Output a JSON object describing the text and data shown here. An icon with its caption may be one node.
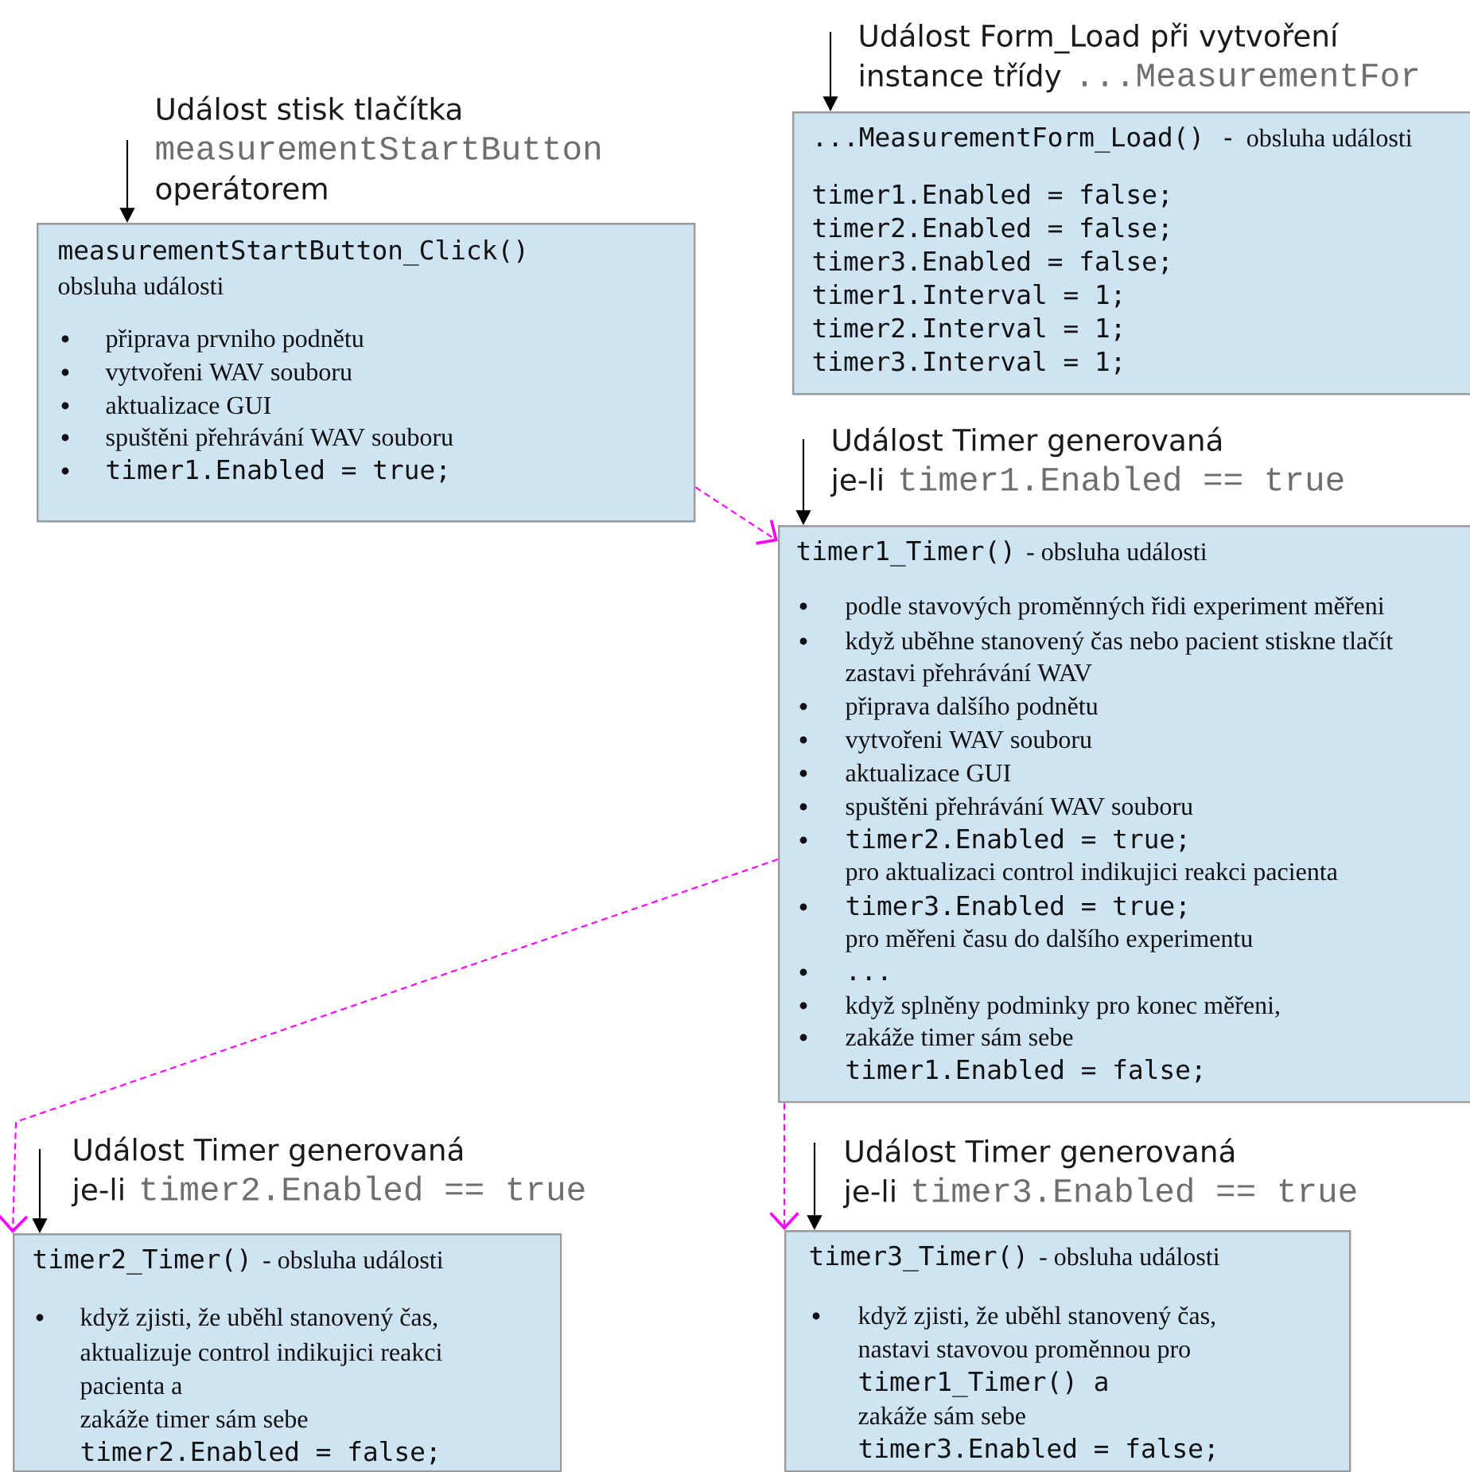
{
  "diagram": {
    "nodes": [
      {
        "text": [
          "Událost stisk tlačítka",
          "measurementStartButton",
          "operátorem"
        ]
      },
      {
        "text": [
          "measurementStartButton_Click()",
          "obsluha události",
          "připrava prvniho podnětu",
          "vytvořeni WAV souboru",
          "aktualizace GUI",
          "spuštěni přehrávání WAV souboru",
          "timer1.Enabled = true;"
        ]
      },
      {
        "text": [
          "Událost Form_Load při vytvoření",
          "instance třídy",
          "...MeasurementFor"
        ]
      },
      {
        "text": [
          "...MeasurementForm_Load() -",
          "obsluha události",
          "timer1.Enabled = false;",
          "timer2.Enabled = false;",
          "timer3.Enabled = false;",
          "timer1.Interval = 1;",
          "timer2.Interval = 1;",
          "timer3.Interval = 1;"
        ]
      },
      {
        "text": [
          "Událost Timer generovaná",
          "je-li",
          "timer1.Enabled == true"
        ]
      },
      {
        "text": [
          "timer1_Timer()",
          "- obsluha události",
          "podle stavových proměnných řidi experiment měřeni",
          "když uběhne stanovený čas nebo pacient stiskne tlačít",
          "zastavi přehrávání WAV",
          "připrava dalšího podnětu",
          "vytvořeni WAV souboru",
          "aktualizace GUI",
          "spuštěni přehrávání WAV souboru",
          "timer2.Enabled = true;",
          "pro aktualizaci control indikujici reakci pacienta",
          "timer3.Enabled = true;",
          "pro měřeni času do dalšího experimentu",
          "...",
          "když splněny podminky pro konec měřeni,",
          "zakáže timer sám sebe",
          "timer1.Enabled = false;"
        ]
      },
      {
        "text": [
          "Událost Timer generovaná",
          "je-li",
          "timer2.Enabled == true"
        ]
      },
      {
        "text": [
          "timer2_Timer()",
          "- obsluha události",
          "když zjisti, že uběhl stanovený čas,",
          "aktualizuje control indikujici reakci",
          "pacienta a",
          "zakáže timer sám sebe",
          "timer2.Enabled = false;"
        ]
      },
      {
        "text": [
          "Událost Timer generovaná",
          "je-li",
          "timer3.Enabled == true"
        ]
      },
      {
        "text": [
          "timer3_Timer()",
          "- obsluha události",
          "když zjisti, že uběhl stanovený čas,",
          "nastavi stavovou proměnnou pro",
          "timer1_Timer() a",
          "zakáže sám sebe",
          "timer3.Enabled = false;"
        ]
      }
    ],
    "edges": [
      {
        "from": 0,
        "to": 1,
        "arrow": "to"
      },
      {
        "from": 2,
        "to": 3,
        "arrow": "to"
      },
      {
        "from": 4,
        "to": 5,
        "arrow": "to"
      },
      {
        "from": 6,
        "to": 7,
        "arrow": "to"
      },
      {
        "from": 8,
        "to": 9,
        "arrow": "to"
      },
      {
        "from": 1,
        "to": 5,
        "arrow": "to",
        "style": "dashed",
        "color": "#ff00ff"
      },
      {
        "from": 5,
        "to": 7,
        "arrow": "to",
        "style": "dashed",
        "color": "#ff00ff"
      },
      {
        "from": 5,
        "to": 9,
        "arrow": "to",
        "style": "dashed",
        "color": "#ff00ff"
      }
    ]
  }
}
